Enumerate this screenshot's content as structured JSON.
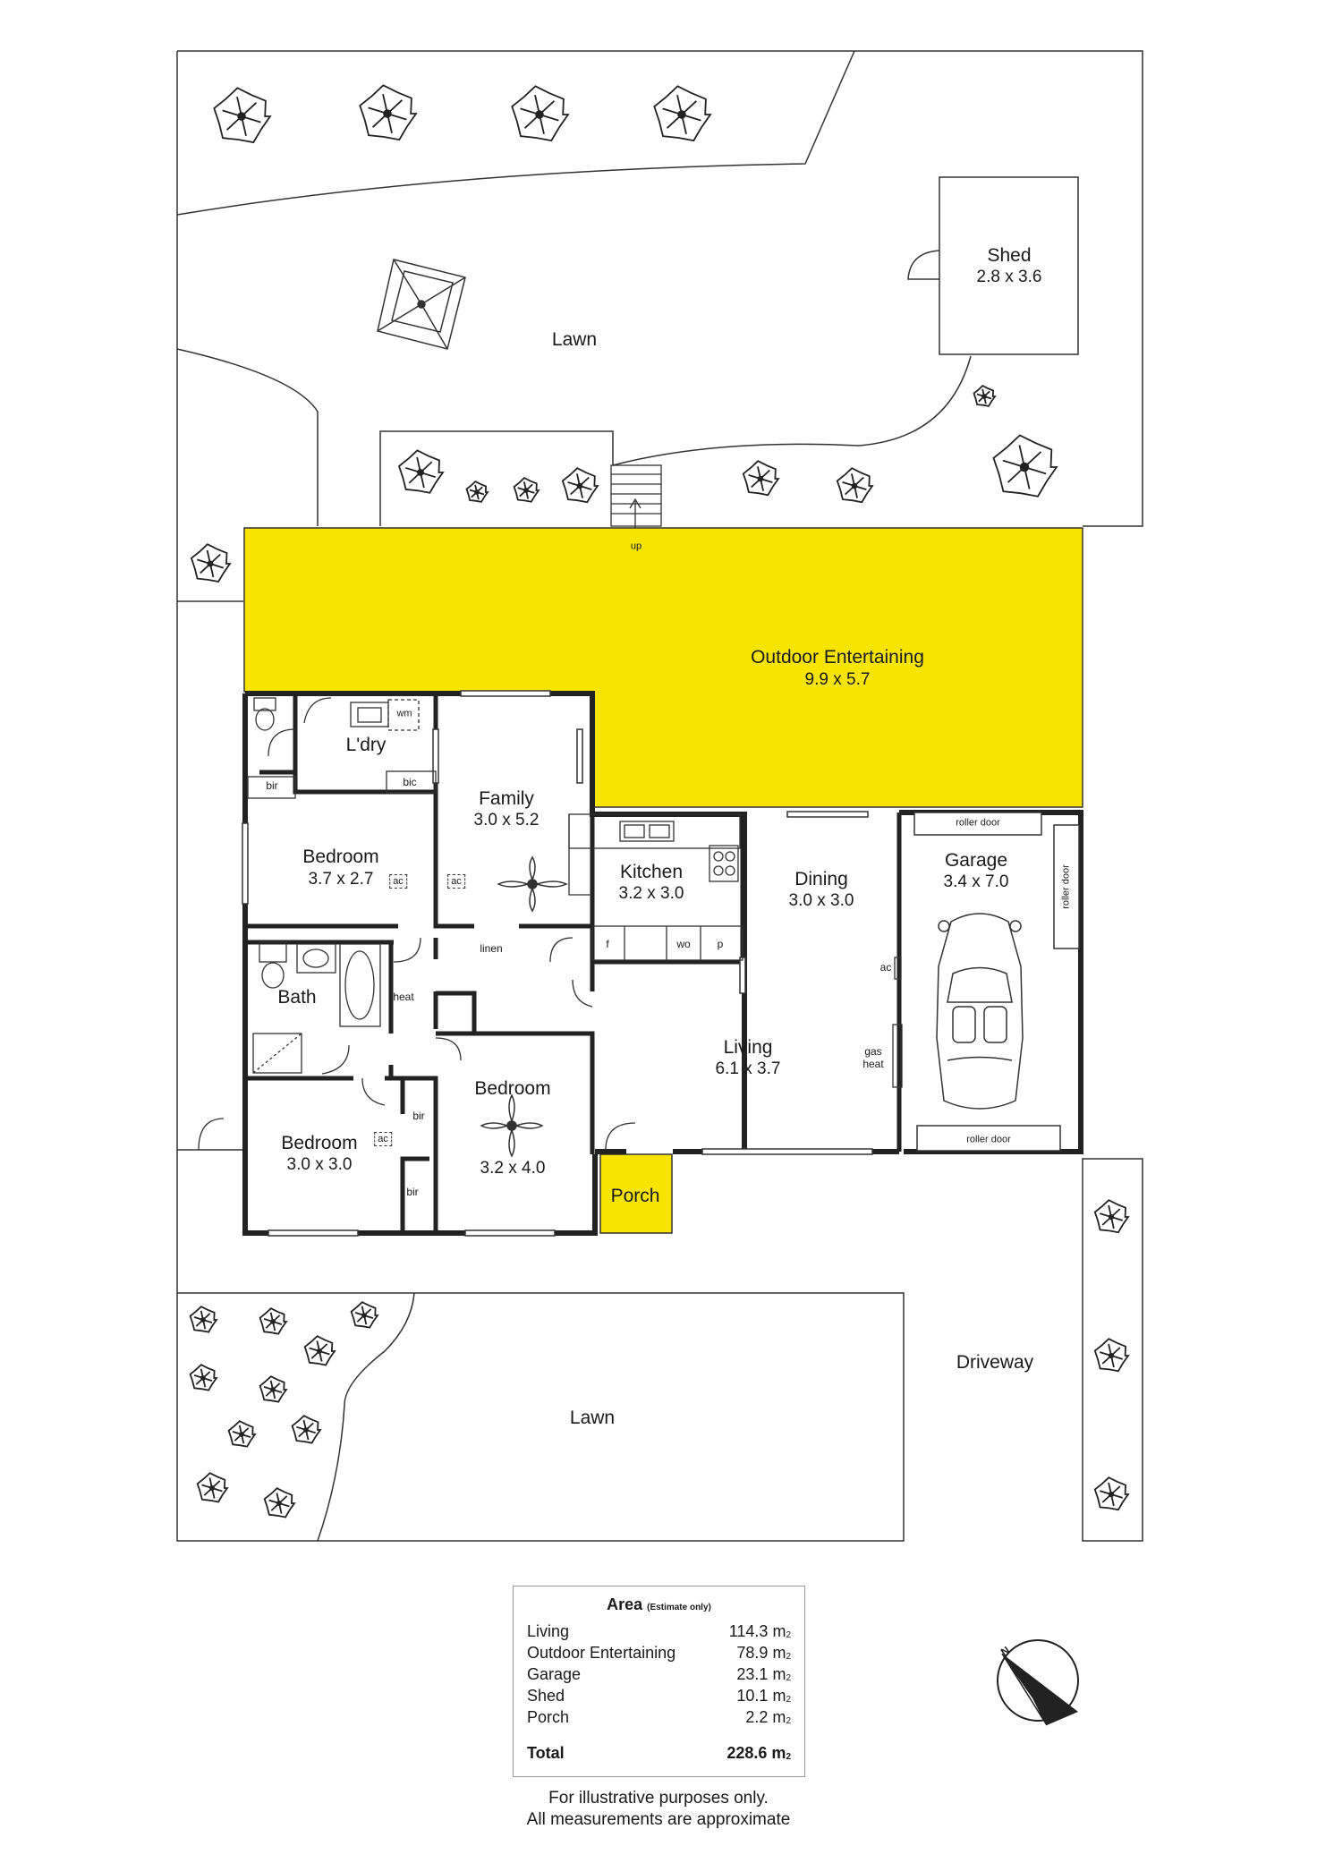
{
  "site": {
    "lawn_back_label": "Lawn",
    "lawn_front_label": "Lawn",
    "driveway_label": "Driveway",
    "steps_label": "up"
  },
  "rooms": {
    "outdoor": {
      "name": "Outdoor Entertaining",
      "dims": "9.9 x 5.7"
    },
    "shed": {
      "name": "Shed",
      "dims": "2.8 x 3.6"
    },
    "laundry": {
      "name": "L'dry"
    },
    "family": {
      "name": "Family",
      "dims": "3.0 x 5.2"
    },
    "bedroom1": {
      "name": "Bedroom",
      "dims": "3.7 x 2.7"
    },
    "kitchen": {
      "name": "Kitchen",
      "dims": "3.2 x 3.0"
    },
    "dining": {
      "name": "Dining",
      "dims": "3.0 x 3.0"
    },
    "garage": {
      "name": "Garage",
      "dims": "3.4 x 7.0"
    },
    "bath": {
      "name": "Bath"
    },
    "living": {
      "name": "Living",
      "dims": "6.1 x 3.7"
    },
    "bedroom2": {
      "name": "Bedroom",
      "dims": "3.2 x 4.0"
    },
    "bedroom3": {
      "name": "Bedroom",
      "dims": "3.0 x 3.0"
    },
    "porch": {
      "name": "Porch"
    }
  },
  "fixtures": {
    "wm": "wm",
    "bic": "bic",
    "bir": "bir",
    "ac": "ac",
    "linen": "linen",
    "heat": "heat",
    "fridge": "f",
    "wall_oven": "wo",
    "pantry": "p",
    "gas_heat": "gas\nheat",
    "roller_door": "roller door"
  },
  "area": {
    "title": "Area",
    "subtitle": "(Estimate only)",
    "unit": "m",
    "unit_sub": "2",
    "rows": [
      {
        "name": "Living",
        "value": "114.3"
      },
      {
        "name": "Outdoor Entertaining",
        "value": "78.9"
      },
      {
        "name": "Garage",
        "value": "23.1"
      },
      {
        "name": "Shed",
        "value": "10.1"
      },
      {
        "name": "Porch",
        "value": "2.2"
      }
    ],
    "total_label": "Total",
    "total_value": "228.6"
  },
  "disclaimer": {
    "line1": "For illustrative purposes only.",
    "line2": "All measurements are approximate"
  },
  "compass": {
    "north_label": "N"
  },
  "colors": {
    "highlight": "#f7e400",
    "walls": "#222222",
    "lines": "#333333"
  }
}
